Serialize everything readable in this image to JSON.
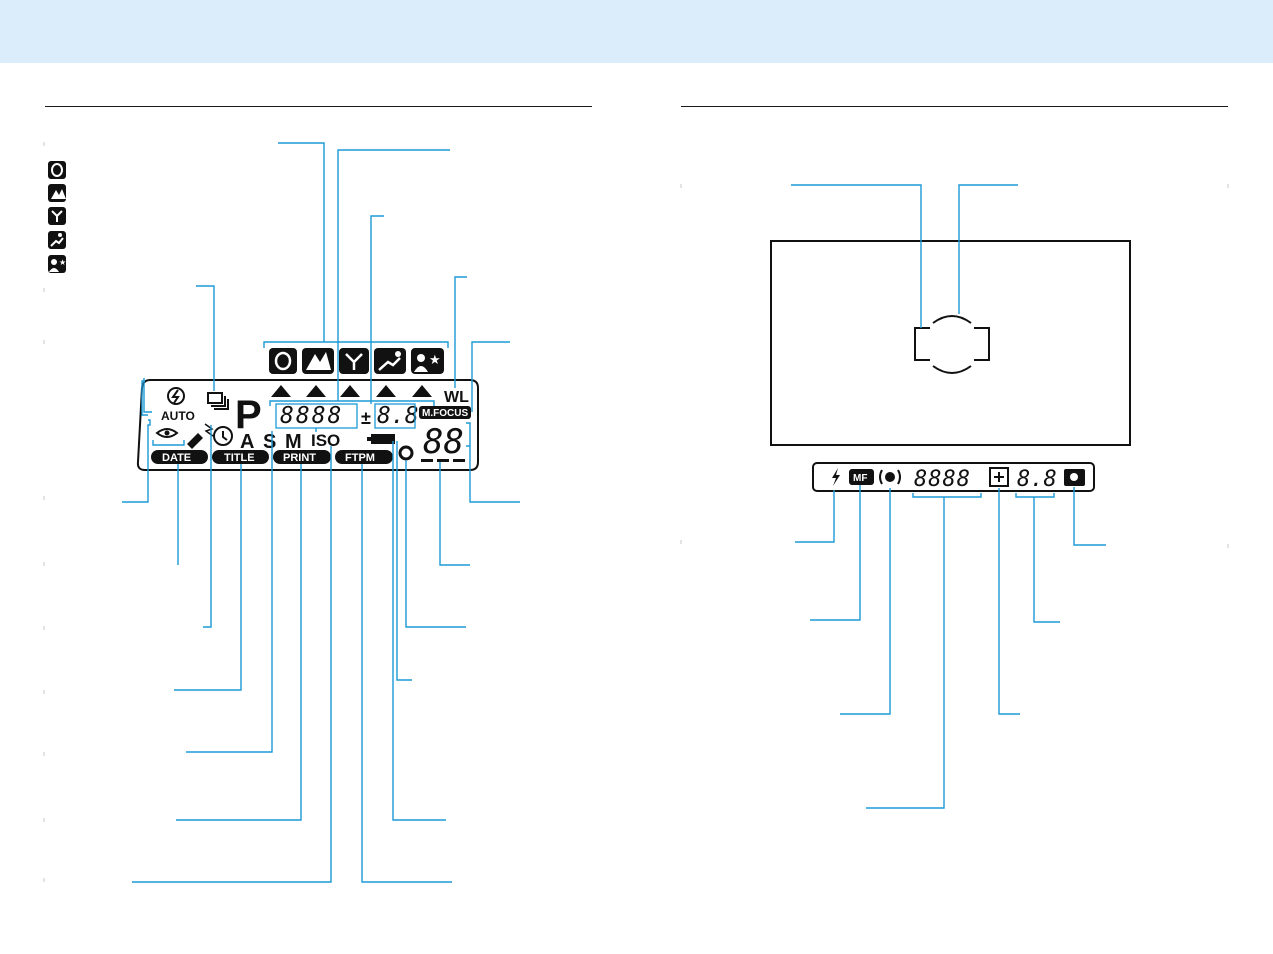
{
  "lcd_panel": {
    "mode_letters": {
      "p": "P",
      "a": "A",
      "s": "S",
      "m": "M"
    },
    "iso_label": "ISO",
    "auto_label": "AUTO",
    "wl_label": "WL",
    "mfocus_label": "M.FOCUS",
    "main_digits": "8888",
    "plus_minus": "±",
    "small_digits": "8.8",
    "counter_digits": "88",
    "pills": [
      "DATE",
      "TITLE",
      "PRINT",
      "FTPM"
    ],
    "subject_program_icons": [
      "portrait-icon",
      "landscape-icon",
      "close-up-icon",
      "sports-icon",
      "night-portrait-icon"
    ]
  },
  "viewfinder": {
    "mf_badge": "MF",
    "digits": "8888",
    "small_digits": "8.8"
  },
  "colors": {
    "header_band": "#dbecfb",
    "leader_lines": "#1d9ad6",
    "lcd_ink": "#111111"
  }
}
